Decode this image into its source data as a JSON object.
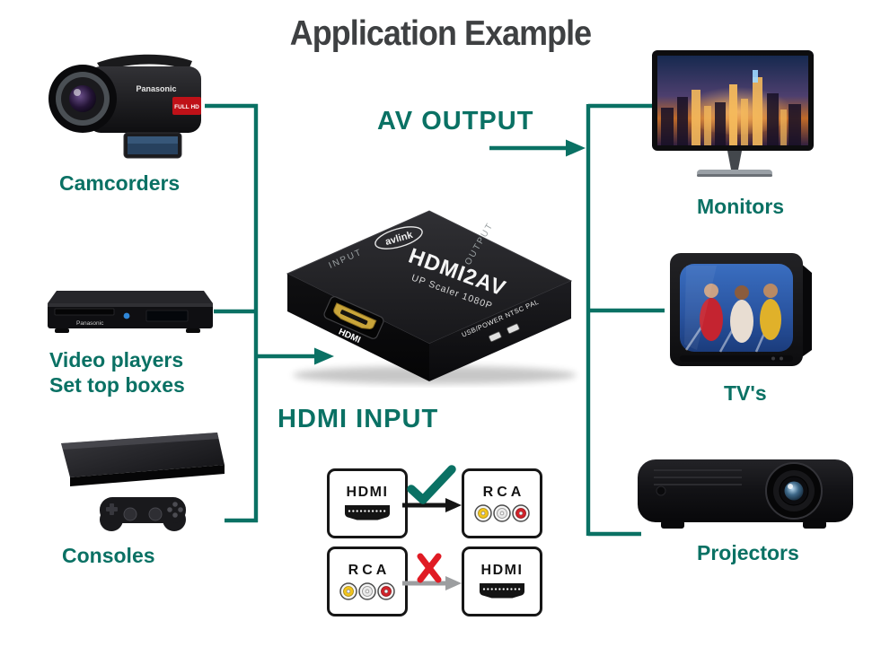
{
  "title": "Application Example",
  "colors": {
    "accent_teal": "#0A7164",
    "title_gray": "#3E4042",
    "error_red": "#E01B24",
    "arrow_black": "#151515",
    "arrow_gray": "#9C9EA0",
    "gold_connector": "#C9A53A"
  },
  "flow_labels": {
    "av_output": "AV OUTPUT",
    "hdmi_input": "HDMI INPUT"
  },
  "sources": {
    "camcorders": {
      "label": "Camcorders",
      "brand": "Panasonic",
      "badge": "FULL HD"
    },
    "video_players": {
      "label_line1": "Video players",
      "label_line2": "Set top boxes",
      "brand": "Panasonic"
    },
    "consoles": {
      "label": "Consoles"
    }
  },
  "outputs": {
    "monitors": {
      "label": "Monitors"
    },
    "tvs": {
      "label": "TV's"
    },
    "projectors": {
      "label": "Projectors"
    }
  },
  "converter": {
    "brand": "avlink",
    "model": "HDMI2AV",
    "subtitle": "UP Scaler 1080P",
    "input_marking": "INPUT",
    "output_marking": "OUTPUT",
    "port_label": "HDMI",
    "switch_marking": "USB/POWER NTSC PAL"
  },
  "conversion_guide": {
    "valid": {
      "from": "HDMI",
      "to": "RCA"
    },
    "invalid": {
      "from": "RCA",
      "to": "HDMI"
    }
  }
}
